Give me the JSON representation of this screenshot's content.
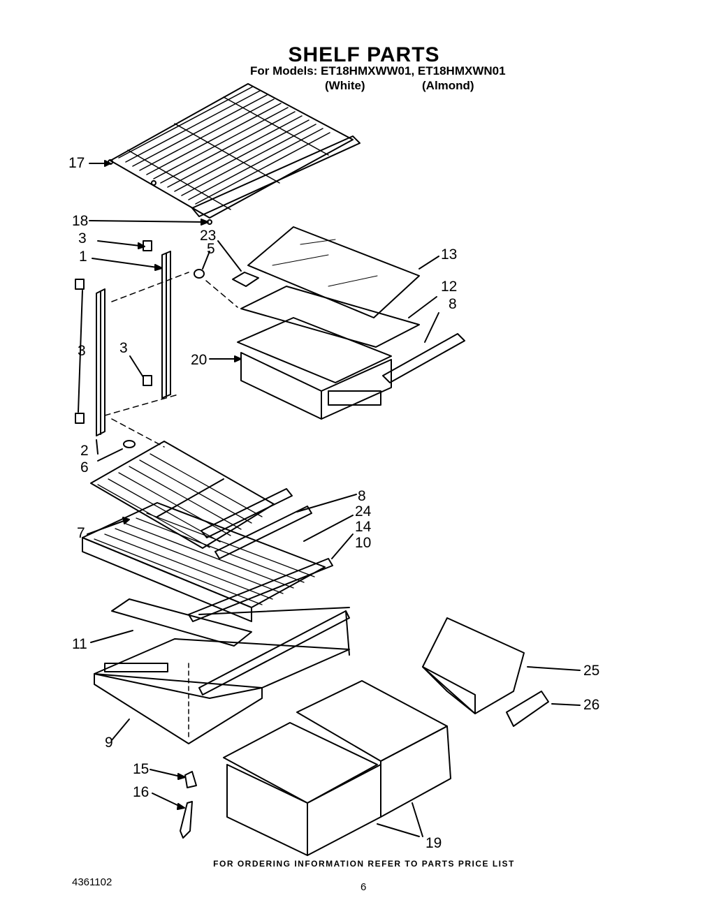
{
  "title": "SHELF PARTS",
  "models_line": "For Models: ET18HMXWW01, ET18HMXWN01",
  "variants": [
    "(White)",
    "(Almond)"
  ],
  "callouts": {
    "c17": "17",
    "c18": "18",
    "c3a": "3",
    "c23": "23",
    "c5": "5",
    "c1": "1",
    "c13": "13",
    "c12": "12",
    "c8a": "8",
    "c3b": "3",
    "c3c": "3",
    "c20": "20",
    "c2": "2",
    "c6": "6",
    "c8b": "8",
    "c24": "24",
    "c14": "14",
    "c10": "10",
    "c7": "7",
    "c11": "11",
    "c25": "25",
    "c26": "26",
    "c9": "9",
    "c15": "15",
    "c16": "16",
    "c19": "19"
  },
  "footer": "FOR ORDERING INFORMATION REFER TO PARTS PRICE LIST",
  "doc_number": "4361102",
  "page_number": "6"
}
